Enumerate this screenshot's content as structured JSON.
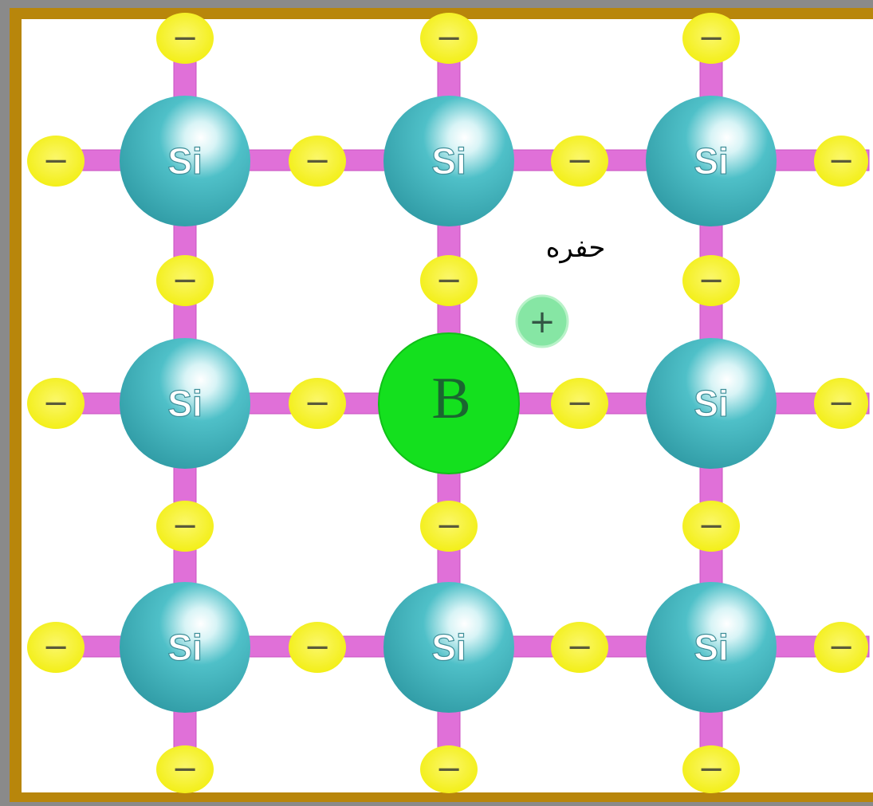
{
  "labels": {
    "silicon": "Si",
    "boron": "B",
    "electron": "−",
    "hole_charge": "+",
    "hole": "حفره"
  },
  "colors": {
    "frame": "#b8860b",
    "background": "#ffffff",
    "bond": "#e070d8",
    "silicon_atom": "#3fb3bc",
    "boron_atom": "#14e01e",
    "electron": "#f6f21a",
    "hole": "#86e6a4"
  },
  "lattice": {
    "columns": 3,
    "rows": 3,
    "atoms": [
      [
        "Si",
        "Si",
        "Si"
      ],
      [
        "Si",
        "B",
        "Si"
      ],
      [
        "Si",
        "Si",
        "Si"
      ]
    ]
  },
  "icons": {
    "atom": "sphere",
    "electron": "yellow-disc-minus",
    "hole": "green-disc-plus"
  }
}
